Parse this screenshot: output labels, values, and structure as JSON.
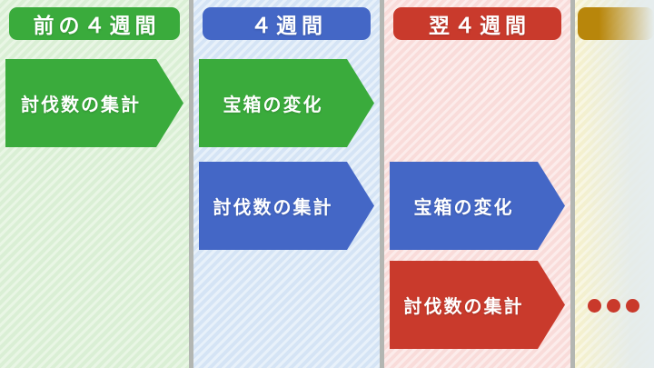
{
  "diagram": {
    "description_labels": {
      "ellipsis_dot_count": 3
    },
    "columns": [
      {
        "header_label": "前の４週間",
        "theme": "green"
      },
      {
        "header_label": "４週間",
        "theme": "blue"
      },
      {
        "header_label": "翌４週間",
        "theme": "red"
      },
      {
        "header_label": "",
        "theme": "gold"
      }
    ],
    "arrows": [
      {
        "label": "討伐数の集計",
        "color": "green",
        "column": 1,
        "row": 1
      },
      {
        "label": "宝箱の変化",
        "color": "green",
        "column": 2,
        "row": 1
      },
      {
        "label": "討伐数の集計",
        "color": "blue",
        "column": 2,
        "row": 2
      },
      {
        "label": "宝箱の変化",
        "color": "blue",
        "column": 3,
        "row": 2
      },
      {
        "label": "討伐数の集計",
        "color": "red",
        "column": 3,
        "row": 3
      }
    ]
  },
  "colors": {
    "green": "#3aab3c",
    "blue": "#4467c6",
    "red": "#c93a2c",
    "dot_red": "#c9392b",
    "gold": "#b8860b",
    "divider_gray": "#b3b6b2",
    "col1_bg": "#daefd5",
    "col2_bg": "#d5e4f5",
    "col3_bg": "#f9dcda",
    "col4_bg": "#f6f1cb"
  }
}
